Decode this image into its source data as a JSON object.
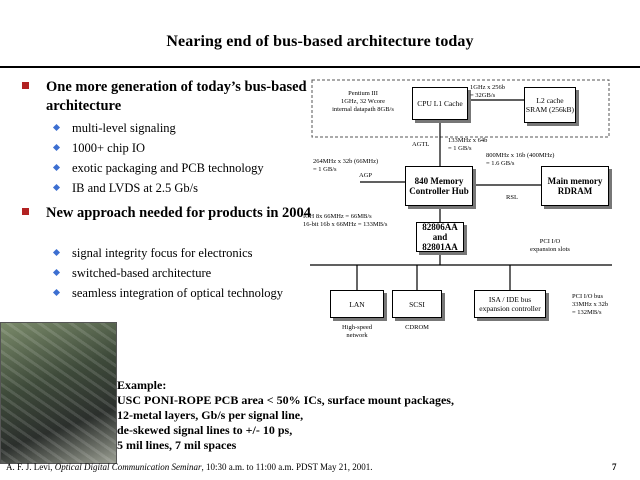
{
  "title": "Nearing end of bus-based architecture today",
  "bullets": [
    {
      "text": "One more generation of today’s bus-based architecture",
      "subs": [
        "multi-level signaling",
        "1000+ chip IO",
        "exotic packaging and PCB technology",
        "IB and LVDS at 2.5 Gb/s"
      ]
    },
    {
      "text": "New approach needed for products in 2004",
      "subs": [
        "signal integrity focus for electronics",
        "switched-based architecture",
        "seamless integration of optical technology"
      ]
    }
  ],
  "diagram": {
    "pentium_label": "Pentium III\n1GHz, 32 Wcore\ninternal datapath 8GB/s",
    "cpu": "CPU\nL1 Cache",
    "cpu_l2_link": "1GHz x 256b\n= 32GB/s",
    "l2": "L2 cache\nSRAM\n(256kB)",
    "agtl": "AGTL",
    "agtl_rate": "133MHz x 64b\n= 1 GB/s",
    "agp_rate": "264MHz x 32b (66MHz)\n= 1 GB/s",
    "agp": "AGP",
    "rdram_rate": "800MHz x 16b (400MHz)\n= 1.6 GB/s",
    "hub": "840 Memory\nController Hub",
    "rdram": "Main memory\nRDRAM",
    "rsl": "RSL",
    "ich_rate": "ICH 8x 66MHz = 66MB/s\n16-bit 16b x 66MHz = 133MB/s",
    "ich": "82806AA\nand\n82801AA",
    "pci": "PCI I/O\nexpansion slots",
    "lan": "LAN",
    "lan_sub": "High-speed\nnetwork",
    "scsi": "SCSI",
    "scsi_sub": "CDROM",
    "isa": "ISA / IDE bus\nexpansion controller",
    "pci_bus": "PCI I/O bus\n33MHz x 32b\n= 132MB/s"
  },
  "example": {
    "heading": "Example:",
    "lines": [
      "USC PONI-ROPE PCB area < 50% ICs, surface mount packages,",
      "12-metal layers, Gb/s per signal line,",
      "de-skewed signal lines to +/- 10 ps,",
      "5 mil lines, 7 mil spaces"
    ]
  },
  "footer": {
    "author": "A. F. J. Levi, ",
    "seminar": "Optical Digital Communication Seminar",
    "rest": ", 10:30 a.m. to 11:00 a.m. PDST May 21, 2001.",
    "page": "7"
  }
}
